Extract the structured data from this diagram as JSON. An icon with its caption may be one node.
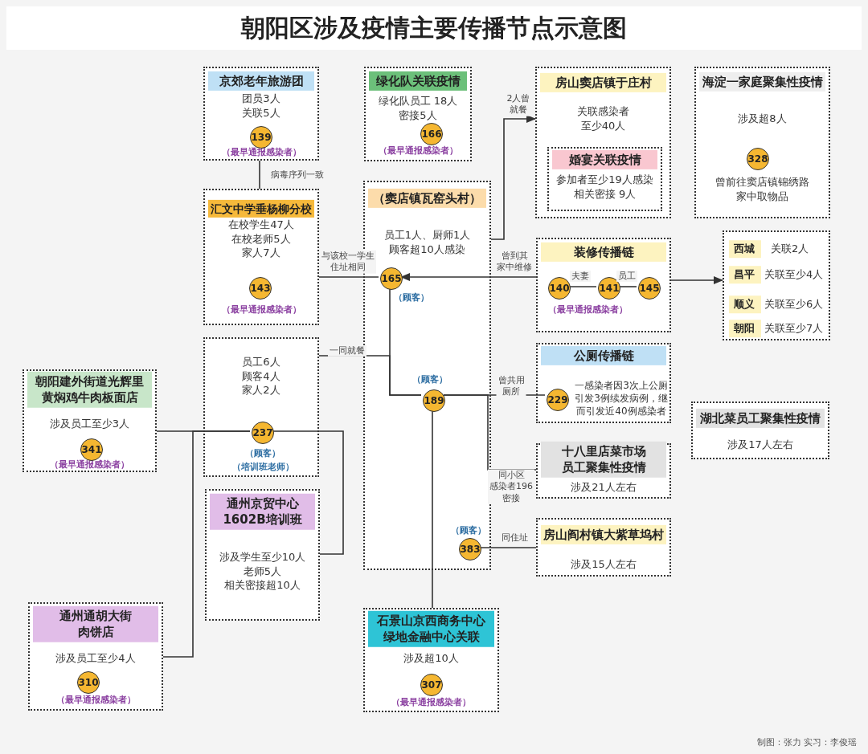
{
  "diagram": {
    "title": "朝阳区涉及疫情主要传播节点示意图",
    "nodes": [
      {
        "text": [
          "京郊老年旅游团",
          "团员3人关联5人",
          "（最早通报感染者）"
        ]
      },
      {
        "text": [
          "139"
        ],
        "in": 0
      },
      {
        "text": [
          "汇文中学垂杨柳分校",
          "在校学生47人在校老师5人家人7人",
          "（最早通报感染者）"
        ]
      },
      {
        "text": [
          "143"
        ],
        "in": 2
      },
      {
        "text": [
          "绿化队关联疫情",
          "绿化队员工 18人密接5人",
          "（最早通报感染者）"
        ]
      },
      {
        "text": [
          "166"
        ],
        "in": 4
      },
      {
        "text": [
          "（窦店镇瓦窑头村）",
          "员工1人、厨师1人顾客超10人感染"
        ]
      },
      {
        "text": [
          "165"
        ],
        "in": 6,
        "beside": [
          "（顾客）"
        ]
      },
      {
        "text": [
          "189"
        ],
        "in": 6,
        "beside": [
          "（顾客）"
        ]
      },
      {
        "text": [
          "383"
        ],
        "in": 6,
        "beside": [
          "（顾客）"
        ]
      },
      {
        "text": [
          "房山窦店镇于庄村",
          "关联感染者至少40人"
        ]
      },
      {
        "text": [
          "婚宴关联疫情",
          "参加者至少19人感染相关密接 9人"
        ],
        "in": 10
      },
      {
        "text": [
          "海淀一家庭聚集性疫情",
          "涉及超8人",
          "曾前往窦店镇锦绣路家中取物品"
        ]
      },
      {
        "text": [
          "328"
        ],
        "in": 12
      },
      {
        "text": [
          "装修传播链",
          "（最早通报感染者）"
        ]
      },
      {
        "text": [
          "140"
        ],
        "in": 14
      },
      {
        "text": [
          "141"
        ],
        "in": 14
      },
      {
        "text": [
          "145"
        ],
        "in": 14
      },
      {
        "text": [
          "西城",
          "关联2人",
          "昌平",
          "关联至少4人",
          "顺义",
          "关联至少6人",
          "朝阳",
          "关联至少7人"
        ]
      },
      {
        "text": [
          "公厕传播链",
          "一感染者因3次上公厕引发3例续发病例，继而引发近40例感染者"
        ]
      },
      {
        "text": [
          "229"
        ],
        "in": 19
      },
      {
        "text": [
          "员工6人顾客4人家人2人"
        ]
      },
      {
        "text": [
          "237"
        ],
        "in": 21,
        "beside": [
          "（顾客）",
          "（培训班老师）"
        ]
      },
      {
        "text": [
          "朝阳建外街道光辉里黄焖鸡牛肉板面店",
          "涉及员工至少3人",
          "（最早通报感染者）"
        ]
      },
      {
        "text": [
          "341"
        ],
        "in": 23
      },
      {
        "text": [
          "通州京贸中心1602B培训班",
          "涉及学生至少10人老师5人相关密接超10人"
        ]
      },
      {
        "text": [
          "十八里店菜市场员工聚集性疫情",
          "涉及21人左右"
        ]
      },
      {
        "text": [
          "湖北菜员工聚集性疫情",
          "涉及17人左右"
        ]
      },
      {
        "text": [
          "房山阎村镇大紫草坞村",
          "涉及15人左右"
        ]
      },
      {
        "text": [
          "通州通胡大街肉饼店",
          "涉及员工至少4人",
          "（最早通报感染者）"
        ]
      },
      {
        "text": [
          "310"
        ],
        "in": 29
      },
      {
        "text": [
          "石景山京西商务中心绿地金融中心关联",
          "涉及超10人",
          "（最早通报感染者）"
        ]
      },
      {
        "text": [
          "307"
        ],
        "in": 31
      }
    ],
    "edges": [
      {
        "from": 0,
        "to": 2,
        "arrow": "none",
        "label": "病毒序列一致"
      },
      {
        "from": 2,
        "to": 7,
        "arrow": "none",
        "label": "与该校一学生住址相同"
      },
      {
        "from": 14,
        "to": 7,
        "arrow": "to",
        "label": "曾到其家中维修"
      },
      {
        "from": 6,
        "to": 10,
        "arrow": "to",
        "label": "2人曾就餐"
      },
      {
        "from": 7,
        "to": 8,
        "arrow": "none"
      },
      {
        "from": 21,
        "to": 8,
        "arrow": "none",
        "label": "一同就餐"
      },
      {
        "from": 8,
        "to": 20,
        "arrow": "none",
        "label": "曾共用厕所"
      },
      {
        "from": 8,
        "to": 26,
        "arrow": "none",
        "label": "同小区感染者196密接"
      },
      {
        "from": 9,
        "to": 28,
        "arrow": "none",
        "label": "同住址"
      },
      {
        "from": 8,
        "to": 31,
        "arrow": "none"
      },
      {
        "from": 14,
        "to": 18,
        "arrow": "to"
      },
      {
        "from": 15,
        "to": 16,
        "arrow": "none",
        "label": "夫妻"
      },
      {
        "from": 16,
        "to": 17,
        "arrow": "none",
        "label": "员工"
      },
      {
        "from": 23,
        "to": 22,
        "arrow": "none"
      },
      {
        "from": 22,
        "to": 25,
        "arrow": "none"
      },
      {
        "from": 29,
        "to": 22,
        "arrow": "none"
      }
    ],
    "labels": [
      "制图：张力 实习：李俊瑶"
    ]
  }
}
